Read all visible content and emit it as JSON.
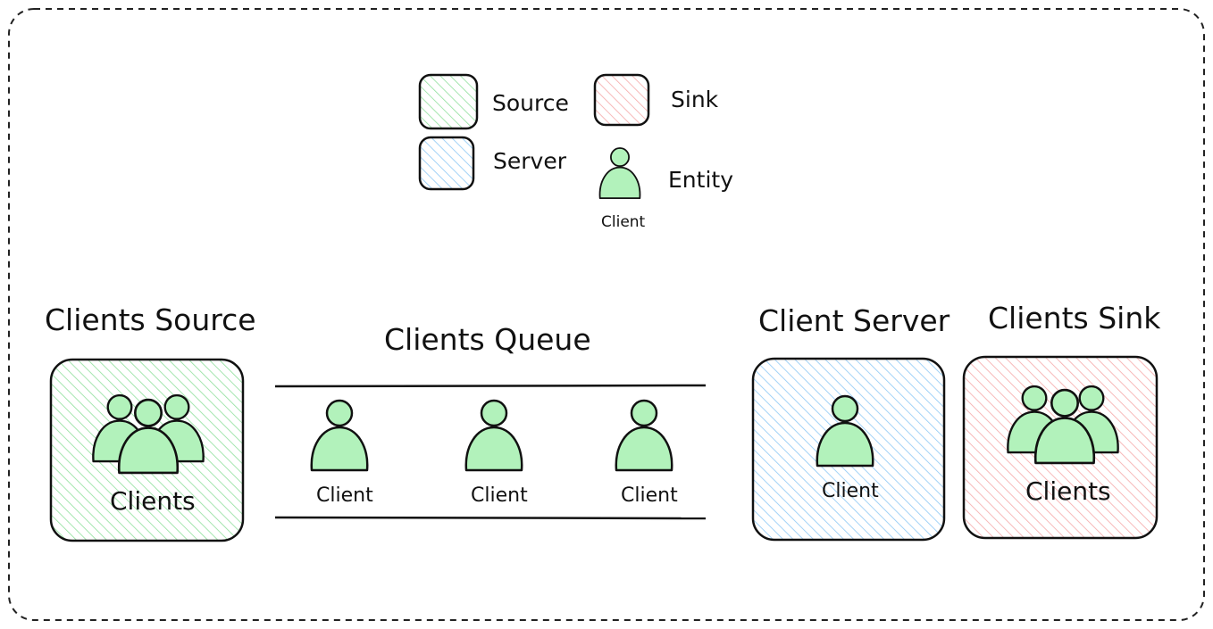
{
  "legend": {
    "source": "Source",
    "sink": "Sink",
    "server": "Server",
    "entity": "Entity",
    "entity_caption": "Client"
  },
  "sections": {
    "clients_source": {
      "title": "Clients Source",
      "caption": "Clients"
    },
    "clients_queue": {
      "title": "Clients Queue",
      "items": [
        "Client",
        "Client",
        "Client"
      ]
    },
    "client_server": {
      "title": "Client Server",
      "caption": "Client"
    },
    "clients_sink": {
      "title": "Clients Sink",
      "caption": "Clients"
    }
  },
  "colors": {
    "entity_fill": "#b2f2bb",
    "source_hatch": "#b2f2bb",
    "server_hatch": "#a5d8ff",
    "sink_hatch": "#ffc9c9",
    "stroke": "#111111"
  }
}
